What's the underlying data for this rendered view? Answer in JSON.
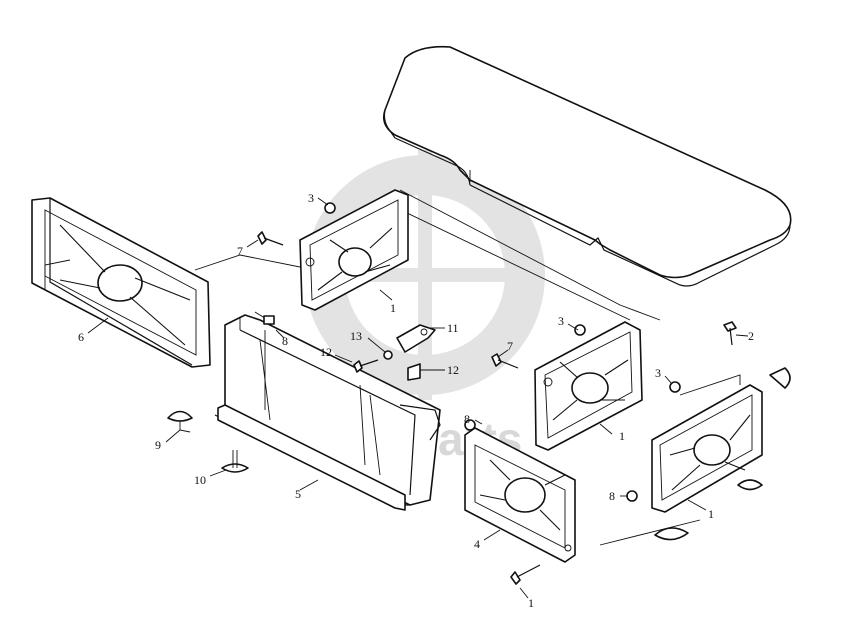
{
  "diagram": {
    "labels": [
      {
        "id": "l3a",
        "text": "3"
      },
      {
        "id": "l7a",
        "text": "7"
      },
      {
        "id": "l1a",
        "text": "1"
      },
      {
        "id": "l6",
        "text": "6"
      },
      {
        "id": "l8a",
        "text": "8"
      },
      {
        "id": "l11",
        "text": "11"
      },
      {
        "id": "l13",
        "text": "13"
      },
      {
        "id": "l12a",
        "text": "12"
      },
      {
        "id": "l12b",
        "text": "12"
      },
      {
        "id": "l3b",
        "text": "3"
      },
      {
        "id": "l7b",
        "text": "7"
      },
      {
        "id": "l2",
        "text": "2"
      },
      {
        "id": "l3c",
        "text": "3"
      },
      {
        "id": "l1b",
        "text": "1"
      },
      {
        "id": "l8b",
        "text": "8"
      },
      {
        "id": "l9",
        "text": "9"
      },
      {
        "id": "l10",
        "text": "10"
      },
      {
        "id": "l5",
        "text": "5"
      },
      {
        "id": "l8c",
        "text": "8"
      },
      {
        "id": "l1c",
        "text": "1"
      },
      {
        "id": "l4",
        "text": "4"
      },
      {
        "id": "l1d",
        "text": "1"
      }
    ],
    "watermark": "data-parts"
  }
}
